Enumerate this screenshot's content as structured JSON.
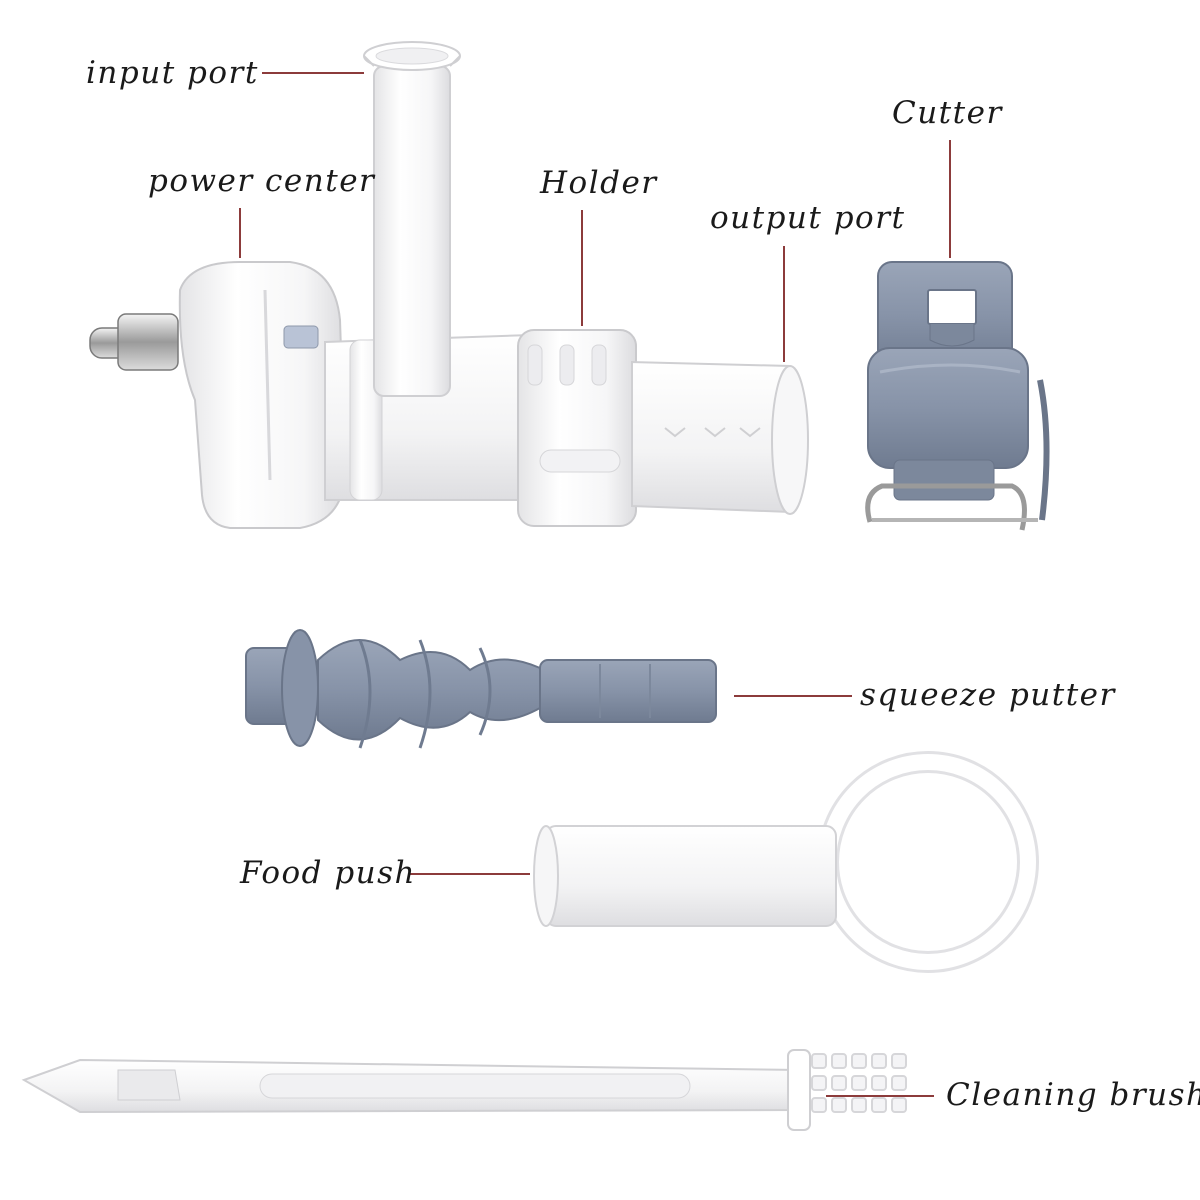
{
  "labels": {
    "input_port": "input port",
    "power_center": "power center",
    "holder": "Holder",
    "output_port": "output port",
    "cutter": "Cutter",
    "squeeze_putter": "squeeze putter",
    "food_push": "Food push",
    "cleaning_brush": "Cleaning brush"
  },
  "colors": {
    "leader_line": "#8c3b3b",
    "white_part": "#ffffff",
    "grey_part": "#8793a8"
  }
}
